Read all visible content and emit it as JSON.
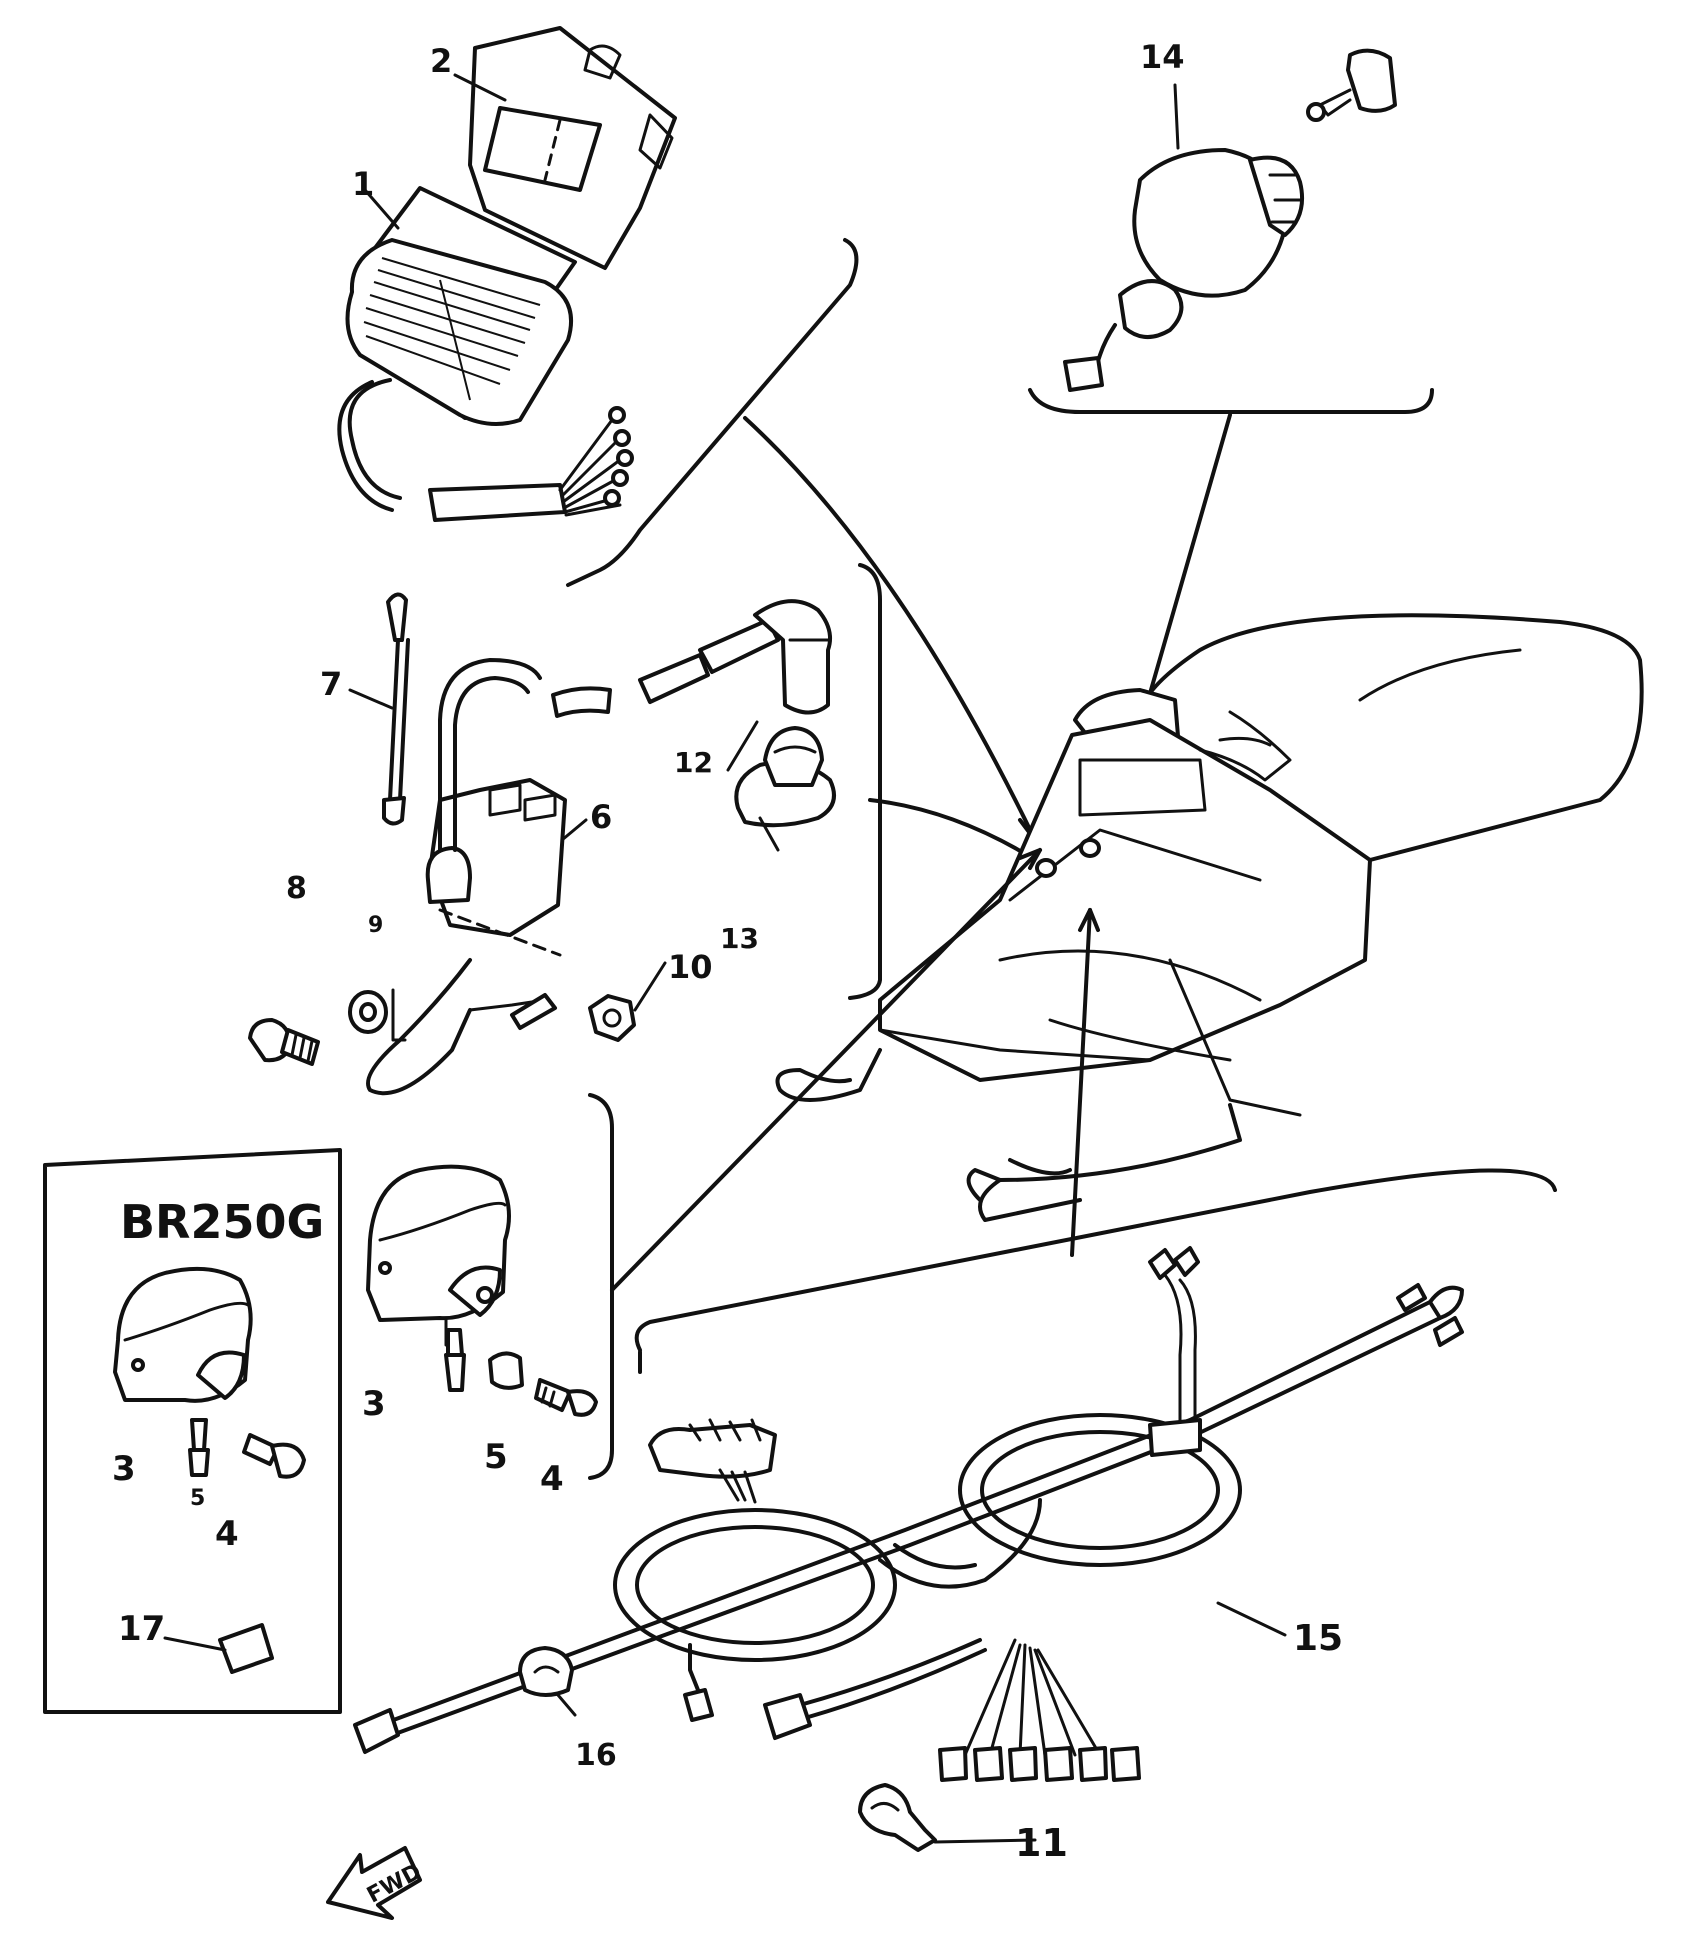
{
  "inset": {
    "title": "BR250G"
  },
  "callouts": [
    {
      "id": "c1",
      "text": "1"
    },
    {
      "id": "c2",
      "text": "2"
    },
    {
      "id": "c3",
      "text": "3"
    },
    {
      "id": "c3b",
      "text": "3"
    },
    {
      "id": "c4",
      "text": "4"
    },
    {
      "id": "c4b",
      "text": "4"
    },
    {
      "id": "c5",
      "text": "5"
    },
    {
      "id": "c5b",
      "text": "5"
    },
    {
      "id": "c6",
      "text": "6"
    },
    {
      "id": "c7",
      "text": "7"
    },
    {
      "id": "c8",
      "text": "8"
    },
    {
      "id": "c9",
      "text": "9"
    },
    {
      "id": "c10",
      "text": "10"
    },
    {
      "id": "c11",
      "text": "11"
    },
    {
      "id": "c12",
      "text": "12"
    },
    {
      "id": "c13",
      "text": "13"
    },
    {
      "id": "c14",
      "text": "14"
    },
    {
      "id": "c15",
      "text": "15"
    },
    {
      "id": "c16",
      "text": "16"
    },
    {
      "id": "c17",
      "text": "17"
    }
  ],
  "arrow": {
    "text": "FWD"
  }
}
